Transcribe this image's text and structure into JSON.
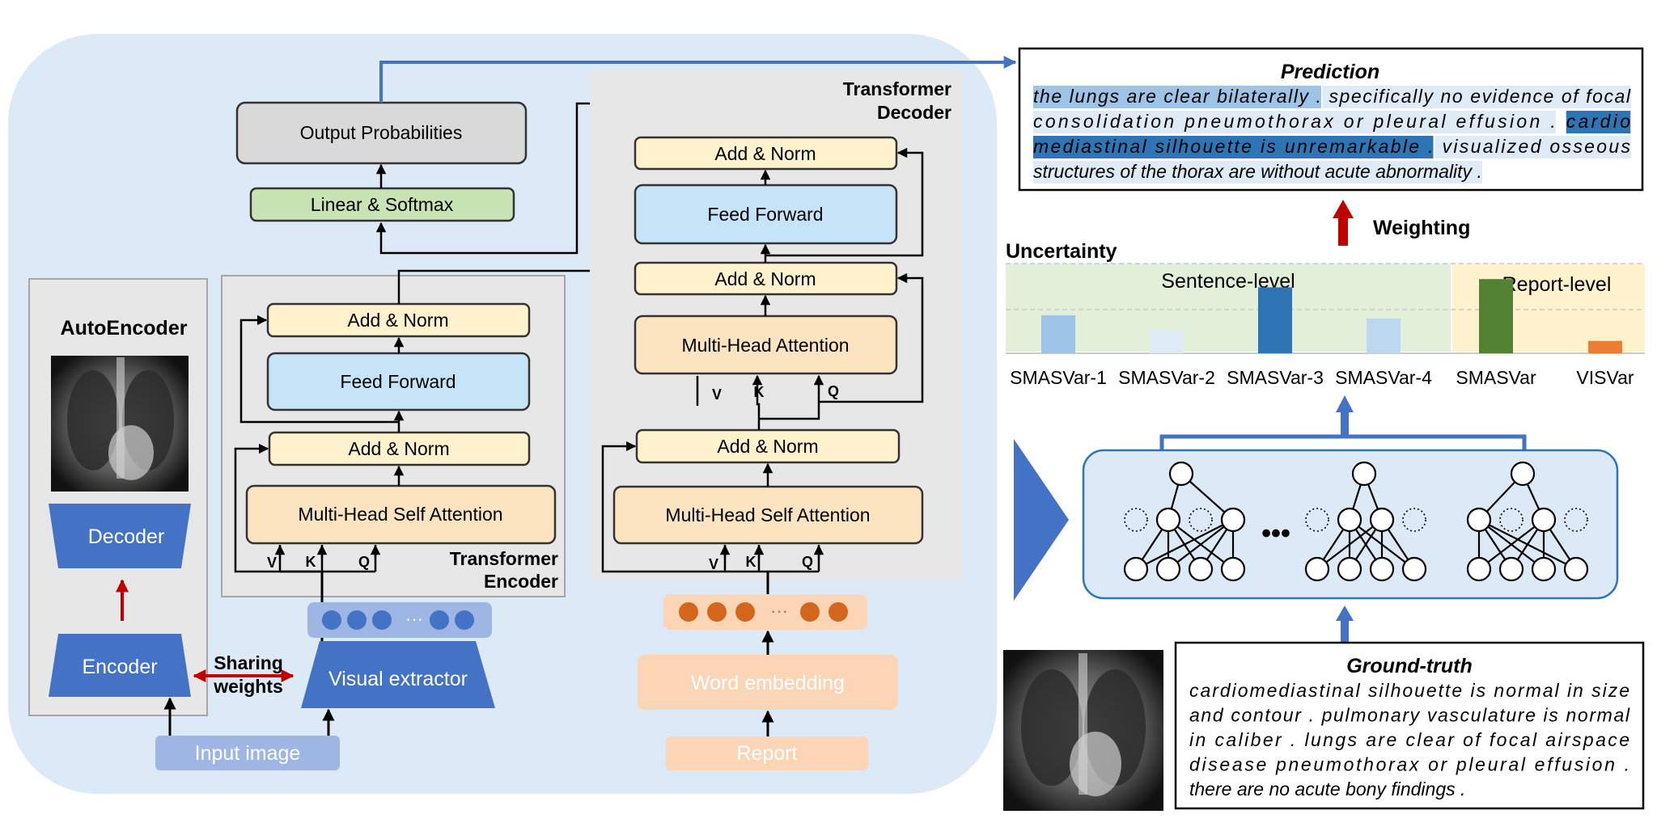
{
  "autoencoder": {
    "title": "AutoEncoder",
    "decoder": "Decoder",
    "encoder": "Encoder"
  },
  "sharing": {
    "line1": "Sharing",
    "line2": "weights"
  },
  "visual_extractor": "Visual extractor",
  "input_image": "Input image",
  "encoder_block": {
    "title_line1": "Transformer",
    "title_line2": "Encoder",
    "add_norm_top": "Add & Norm",
    "feed_forward": "Feed Forward",
    "add_norm_bottom": "Add & Norm",
    "mhsa": "Multi-Head Self Attention",
    "v": "V",
    "k": "K",
    "q": "Q"
  },
  "output_probabilities": "Output Probabilities",
  "linear_softmax": "Linear & Softmax",
  "decoder_block": {
    "title_line1": "Transformer",
    "title_line2": "Decoder",
    "add_norm_3": "Add & Norm",
    "feed_forward": "Feed Forward",
    "add_norm_2": "Add & Norm",
    "mha": "Multi-Head Attention",
    "add_norm_1": "Add & Norm",
    "mhsa": "Multi-Head Self Attention",
    "v": "V",
    "k": "K",
    "q": "Q",
    "v2": "V",
    "k2": "K",
    "q2": "Q"
  },
  "dots": "···",
  "word_embedding": "Word embedding",
  "report": "Report",
  "prediction": {
    "title": "Prediction",
    "lines": [
      [
        {
          "text": "the lungs are clear bilaterally .",
          "hl": "mid"
        },
        {
          "text": " specifically no evidence of focal",
          "hl": "pale"
        }
      ],
      [
        {
          "text": "consolidation  pneumothorax  or  pleural  effusion  .",
          "hl": "pale"
        },
        {
          "text": " ",
          "hl": "none"
        },
        {
          "text": "cardio",
          "hl": "dark"
        }
      ],
      [
        {
          "text": "mediastinal  silhouette  is  unremarkable  .",
          "hl": "dark"
        },
        {
          "text": " visualized osseous",
          "hl": "pale"
        }
      ],
      [
        {
          "text": "structures of the thorax are without acute abnormality .",
          "hl": "pale"
        }
      ]
    ]
  },
  "weighting": "Weighting",
  "uncertainty": {
    "title": "Uncertainty",
    "sentence_level": "Sentence-level",
    "report_level": "Report-level"
  },
  "chart_data": {
    "type": "bar",
    "categories": [
      "SMASVar-1",
      "SMASVar-2",
      "SMASVar-3",
      "SMASVar-4",
      "SMASVar",
      "VISVar"
    ],
    "values": [
      0.46,
      0.28,
      0.8,
      0.42,
      0.9,
      0.15
    ],
    "colors": [
      "#9dc3e6",
      "#deebf7",
      "#2e75b6",
      "#bdd7ee",
      "#548235",
      "#ed7d31"
    ],
    "groups": [
      {
        "name": "Sentence-level",
        "members": [
          "SMASVar-1",
          "SMASVar-2",
          "SMASVar-3",
          "SMASVar-4"
        ]
      },
      {
        "name": "Report-level",
        "members": [
          "SMASVar",
          "VISVar"
        ]
      }
    ],
    "ylim": [
      0,
      1
    ],
    "grid": true
  },
  "ellipsis": "•••",
  "ground_truth": {
    "title": "Ground-truth",
    "lines": [
      "cardiomediastinal silhouette is normal in size",
      "and contour . pulmonary vasculature is normal",
      "in caliber . lungs are clear of focal airspace",
      "disease  pneumothorax  or  pleural  effusion  .",
      "there are no acute bony findings ."
    ]
  },
  "colors": {
    "main_bg": "#dce9f7",
    "gray_panel": "#e7e7e7",
    "add_norm": "#fff2cc",
    "feed_forward": "#c5e4f7",
    "attention": "#fce4c0",
    "output_prob": "#d9d9d9",
    "linear_softmax": "#c9e4b4",
    "blue_shape": "#4472c4",
    "tokens_visual_bg": "#9db6e4",
    "tokens_visual": "#4472c4",
    "tokens_word_bg": "#fbd5b5",
    "tokens_word": "#d3651c",
    "word_embedding": "#fbd5b5",
    "input_image": "#9db6e4",
    "red_arrow": "#c00000",
    "hl_dark": "#2e75b6",
    "hl_mid": "#9dc3e6",
    "hl_pale": "#deebf7",
    "sentence_bg": "#e2efd9",
    "report_bg": "#fff2cc",
    "dropout_bg": "#dce9f7"
  }
}
